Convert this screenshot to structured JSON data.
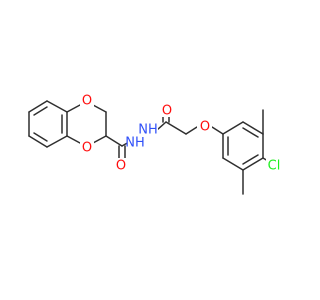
{
  "colors": {
    "background": "#ffffff",
    "bond": "#2f2f2f",
    "oxygen": "#ff0d0d",
    "nitrogen": "#3050f8",
    "chlorine": "#1ff01f"
  },
  "atom_labels": {
    "ring_o_top": "O",
    "ring_o_bottom": "O",
    "carbonyl_o_left": "O",
    "hydrazide_n1": "NH",
    "hydrazide_n2": "NH",
    "carbonyl_o_right": "O",
    "ether_o": "O",
    "chlorine": "Cl"
  }
}
